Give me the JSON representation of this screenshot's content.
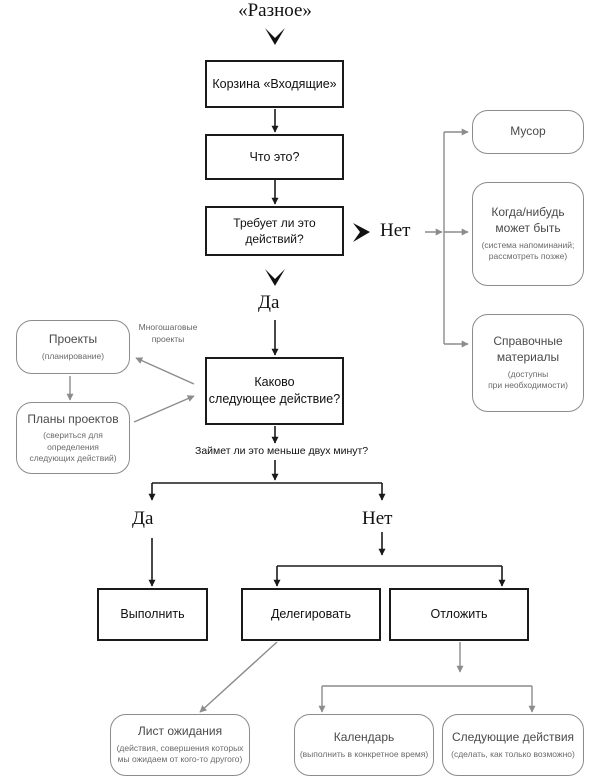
{
  "title": "«Разное»",
  "boxes": {
    "inbox": "Корзина «Входящие»",
    "what": "Что это?",
    "action_required": "Требует ли это действий?",
    "next_action": [
      "Каково",
      "следующее действие?"
    ],
    "do_it": "Выполнить",
    "delegate": "Делегировать",
    "defer": "Отложить"
  },
  "labels": {
    "no_top": "Нет",
    "yes_top": "Да",
    "two_minutes_question": "Займет ли это меньше двух минут?",
    "yes_bottom": "Да",
    "no_bottom": "Нет",
    "multistep": [
      "Многошаговые",
      "проекты"
    ]
  },
  "no_action": {
    "trash": {
      "title": "Мусор"
    },
    "someday": {
      "title": [
        "Когда/нибудь",
        "может быть"
      ],
      "sub": [
        "(система напоминаний;",
        "рассмотреть позже)"
      ]
    },
    "reference": {
      "title": [
        "Справочные",
        "материалы"
      ],
      "sub": [
        "(доступны",
        "при необходимости)"
      ]
    }
  },
  "projects": {
    "projects": {
      "title": "Проекты",
      "sub": "(планирование)"
    },
    "plans": {
      "title": "Планы проектов",
      "sub": [
        "(свериться для определения",
        "следующих действий)"
      ]
    }
  },
  "outcomes": {
    "waiting": {
      "title": "Лист ожидания",
      "sub": [
        "(действия, совершения которых",
        "мы ожидаем от кого-то другого)"
      ]
    },
    "calendar": {
      "title": "Календарь",
      "sub": "(выполнить в конкретное время)"
    },
    "next_actions": {
      "title": "Следующие действия",
      "sub": "(сделать, как только возможно)"
    }
  },
  "colors": {
    "primary_line": "#1a1a1a",
    "secondary_line": "#8c8c8c",
    "secondary_text": "#5a5a5a"
  }
}
